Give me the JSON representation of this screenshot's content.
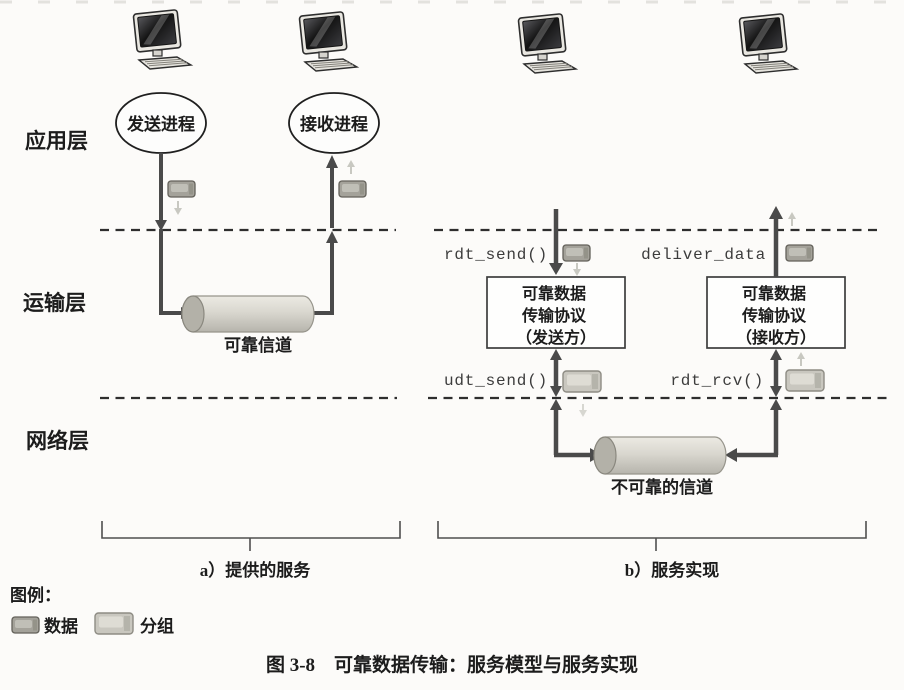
{
  "figure": {
    "caption": "图 3-8　可靠数据传输：服务模型与服务实现",
    "layers": {
      "application": "应用层",
      "transport": "运输层",
      "network": "网络层"
    },
    "panel_a": {
      "label": "a）提供的服务",
      "sending_process": "发送进程",
      "receiving_process": "接收进程",
      "channel_label": "可靠信道"
    },
    "panel_b": {
      "label": "b）服务实现",
      "rdt_send": "rdt_send()",
      "deliver_data": "deliver_data",
      "udt_send": "udt_send()",
      "rdt_rcv": "rdt_rcv()",
      "sender_box": [
        "可靠数据",
        "传输协议",
        "（发送方）"
      ],
      "receiver_box": [
        "可靠数据",
        "传输协议",
        "（接收方）"
      ],
      "channel_label": "不可靠的信道"
    },
    "legend": {
      "title": "图例：",
      "items": [
        {
          "icon": "data-chip-icon",
          "label": "数据"
        },
        {
          "icon": "packet-chip-icon",
          "label": "分组"
        }
      ]
    },
    "colors": {
      "arrow": "#4a4a4a",
      "ghost_arrow": "#c8c8c1",
      "ink": "#1c1c1c",
      "chip_small": "#a4a29a",
      "chip_large": "#c9c7bf"
    }
  }
}
